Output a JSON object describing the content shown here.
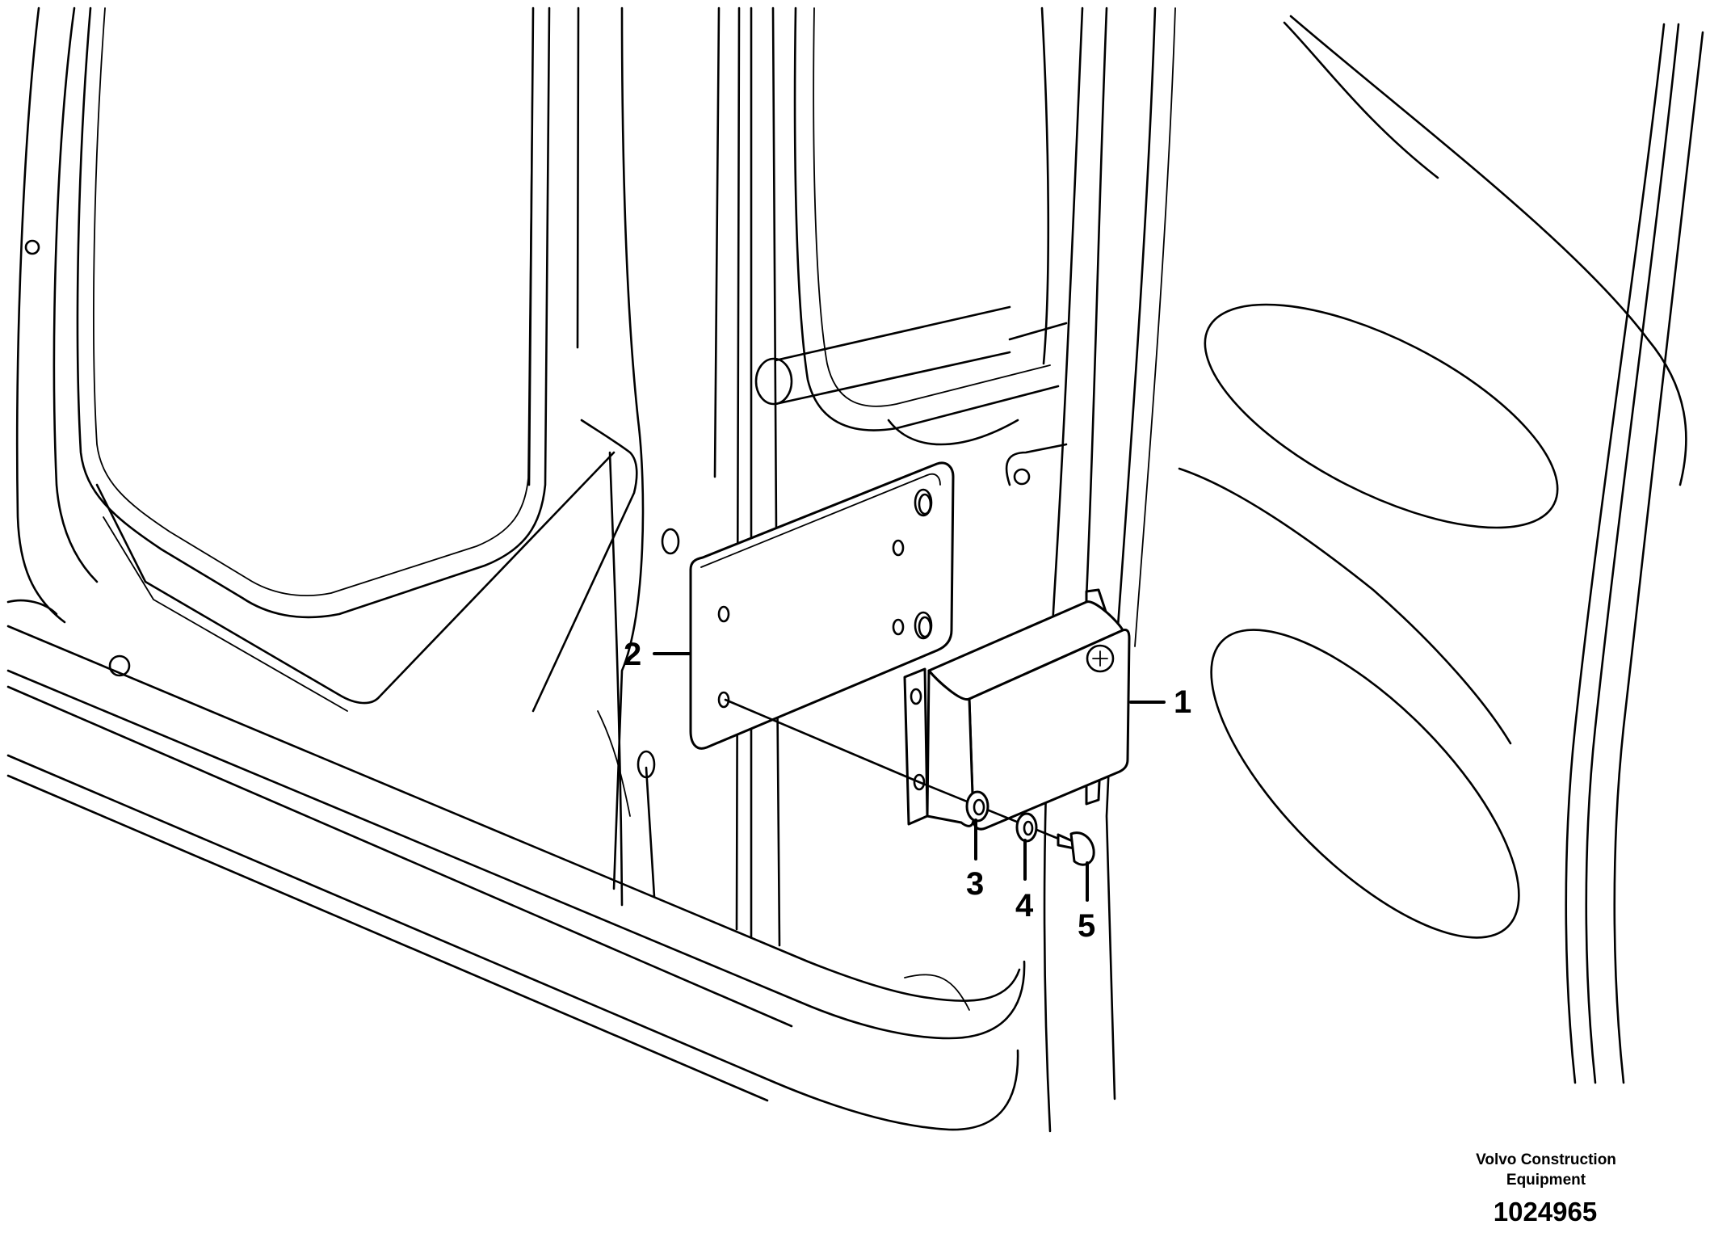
{
  "callouts": [
    {
      "id": "1",
      "label": "1"
    },
    {
      "id": "2",
      "label": "2"
    },
    {
      "id": "3",
      "label": "3"
    },
    {
      "id": "4",
      "label": "4"
    },
    {
      "id": "5",
      "label": "5"
    }
  ],
  "footer": {
    "company_line1": "Volvo Construction",
    "company_line2": "Equipment",
    "drawing_number": "1024965"
  }
}
